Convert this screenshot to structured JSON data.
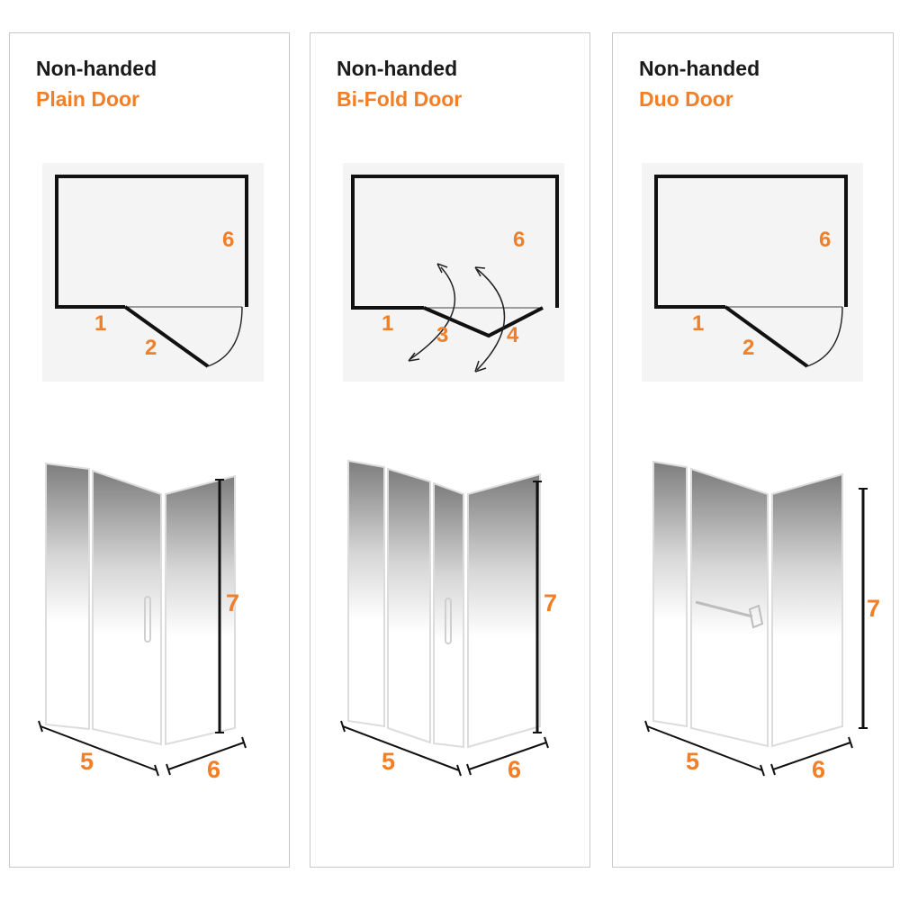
{
  "colors": {
    "accent": "#f07f27",
    "text": "#1a1a1a",
    "line": "#111111",
    "border": "#c9c9c9",
    "plan_bg": "#f4f4f4"
  },
  "panels": [
    {
      "title": "Non-handed",
      "subtitle": "Plain Door",
      "plan_labels": [
        "6",
        "1",
        "2"
      ],
      "dim_labels": [
        "7",
        "5",
        "6"
      ]
    },
    {
      "title": "Non-handed",
      "subtitle": "Bi-Fold Door",
      "plan_labels": [
        "6",
        "1",
        "3",
        "4"
      ],
      "dim_labels": [
        "7",
        "5",
        "6"
      ]
    },
    {
      "title": "Non-handed",
      "subtitle": "Duo Door",
      "plan_labels": [
        "6",
        "1",
        "2"
      ],
      "dim_labels": [
        "7",
        "5",
        "6"
      ]
    }
  ]
}
